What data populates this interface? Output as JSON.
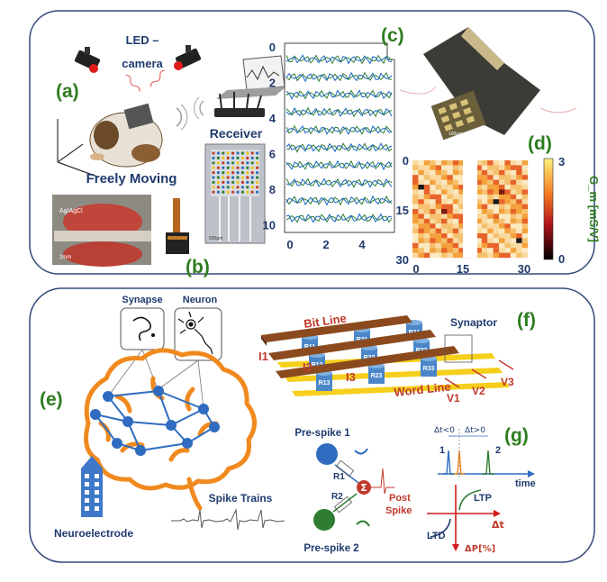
{
  "panels": {
    "a": "(a)",
    "b": "(b)",
    "c": "(c)",
    "d": "(d)",
    "e": "(e)",
    "f": "(f)",
    "g": "(g)"
  },
  "top": {
    "led_camera": [
      "LED –",
      "camera"
    ],
    "freely_moving": "Freely Moving",
    "receiver": "Receiver",
    "ag_agcl": "Ag/AgCl",
    "scale_2mm": "2mm",
    "scale_um": "500µm",
    "scale_100um": "100µm"
  },
  "traces": {
    "y_ticks": [
      "0",
      "2",
      "4",
      "6",
      "8",
      "10"
    ],
    "x_ticks": [
      "0",
      "2",
      "4"
    ],
    "rows": 10,
    "colors": [
      "#2e7d32",
      "#1565c0"
    ]
  },
  "heatmap": {
    "y_ticks": [
      "0",
      "15",
      "30"
    ],
    "x_ticks": [
      "0",
      "15",
      "30"
    ],
    "cbar_ticks": [
      "3",
      "0"
    ],
    "cbar_label": "G_m [mS/V]",
    "colors": [
      "#f9d9a0",
      "#f4a13b",
      "#e8632a",
      "#fbe9c1",
      "#f6c16e"
    ]
  },
  "brain": {
    "synapse": "Synapse",
    "neuron": "Neuron",
    "neuroelectrode": "Neuroelectrode",
    "spike_trains": "Spike Trains"
  },
  "crossbar": {
    "bit_line": "Bit Line",
    "word_line": "Word Line",
    "synaptor": "Synaptor",
    "currents": [
      "I1",
      "I2",
      "I3"
    ],
    "voltages": [
      "V1",
      "V2",
      "V3"
    ],
    "resistors": [
      "R11",
      "R21",
      "R31",
      "R12",
      "R22",
      "R32",
      "R13",
      "R23",
      "R33"
    ]
  },
  "circuit": {
    "pre_spike_1": "Pre-spike 1",
    "pre_spike_2": "Pre-spike 2",
    "post_spike": [
      "Post",
      "Spike"
    ],
    "r1": "R1",
    "r2": "R2",
    "sigma": "Σ"
  },
  "stdp": {
    "spike_labels": [
      "1",
      "2"
    ],
    "dt_neg": "Δt<0",
    "dt_pos": "Δt>0",
    "time": "time",
    "ltp": "LTP",
    "ltd": "LTD",
    "dt_axis": "Δt",
    "dp_axis": "ΔP[%]"
  }
}
